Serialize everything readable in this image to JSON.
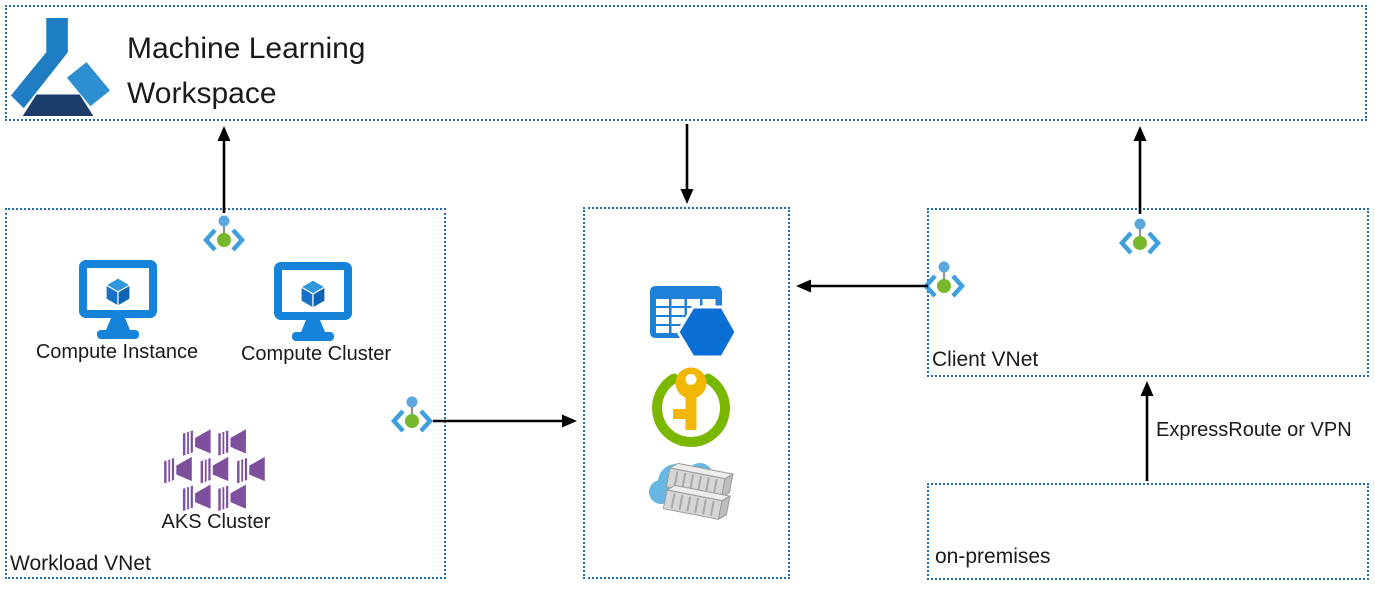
{
  "workspace": {
    "title": "Machine Learning Workspace",
    "icon": "machine-learning-workspace-icon"
  },
  "workload_vnet": {
    "label": "Workload VNet",
    "items": [
      {
        "label": "Compute Instance",
        "icon": "compute-instance-icon"
      },
      {
        "label": "Compute Cluster",
        "icon": "compute-cluster-icon"
      },
      {
        "label": "AKS Cluster",
        "icon": "aks-cluster-icon"
      }
    ]
  },
  "shared_services": {
    "icons": [
      "storage-account-icon",
      "key-vault-icon",
      "container-registry-icon"
    ]
  },
  "client_vnet": {
    "label": "Client VNet"
  },
  "on_premises": {
    "label": "on-premises"
  },
  "private_endpoint_icon": "private-endpoint-icon",
  "connections": [
    {
      "from": "workload-vnet",
      "via": "private-endpoint",
      "to": "machine-learning-workspace",
      "label": ""
    },
    {
      "from": "machine-learning-workspace",
      "to": "shared-services",
      "label": ""
    },
    {
      "from": "workload-vnet",
      "via": "private-endpoint",
      "to": "shared-services",
      "label": ""
    },
    {
      "from": "client-vnet",
      "via": "private-endpoint",
      "to": "shared-services",
      "label": ""
    },
    {
      "from": "client-vnet",
      "via": "private-endpoint",
      "to": "machine-learning-workspace",
      "label": ""
    },
    {
      "from": "on-premises",
      "to": "client-vnet",
      "label": "ExpressRoute or VPN"
    }
  ],
  "colors": {
    "box_border": "#1f6eb5",
    "arrow": "#000000",
    "text": "#1a1a1a",
    "azure_blue": "#1583d9",
    "ml_dark_navy": "#1c3d69",
    "aks_purple": "#7e4f9d",
    "storage_blue": "#1e81d7",
    "hexagon_blue": "#0c6fd6",
    "key_vault_green": "#7ab800",
    "key_yellow": "#f2b705",
    "registry_cloud_blue": "#66b7e1",
    "endpoint_green": "#76b82a",
    "endpoint_blue": "#3f9fdf"
  }
}
